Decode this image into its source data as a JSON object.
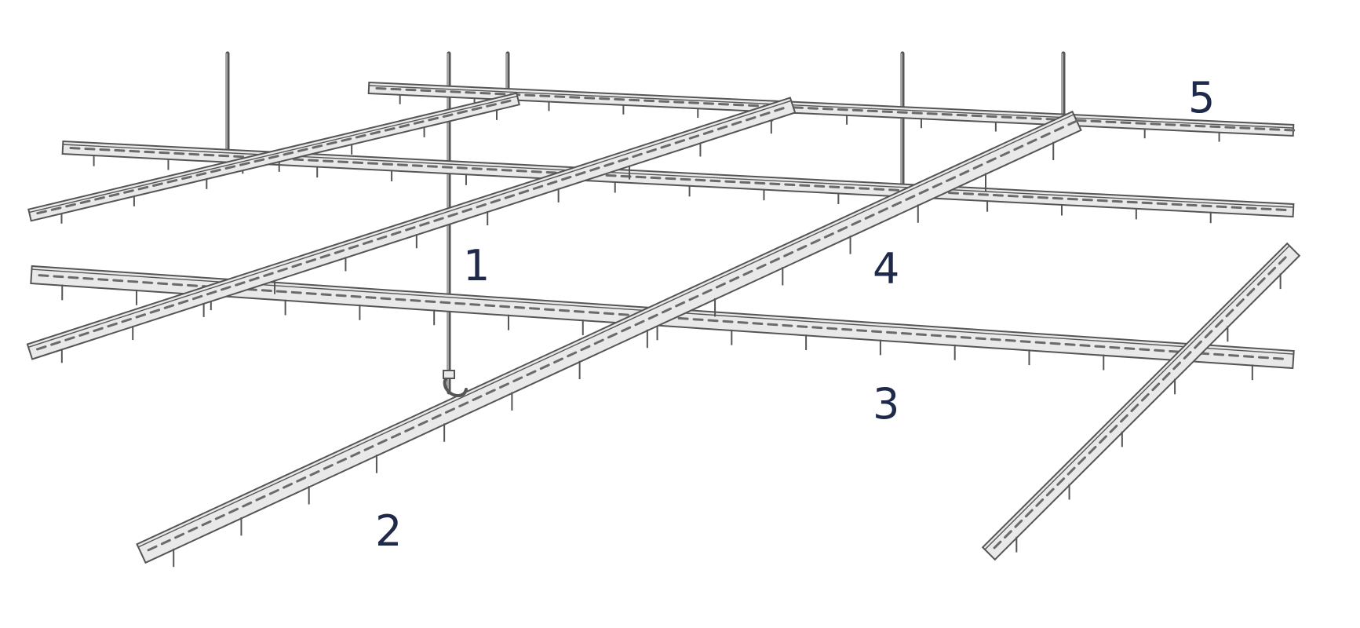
{
  "diagram": {
    "colors": {
      "stroke": "#555555",
      "slot": "#6a6a6a",
      "profile_fill": "#e9e9e9",
      "label": "#1f2a4a",
      "background": "#ffffff"
    },
    "labels": [
      {
        "id": "label-1",
        "text": "1"
      },
      {
        "id": "label-2",
        "text": "2"
      },
      {
        "id": "label-3",
        "text": "3"
      },
      {
        "id": "label-4",
        "text": "4"
      },
      {
        "id": "label-5",
        "text": "5"
      }
    ]
  }
}
